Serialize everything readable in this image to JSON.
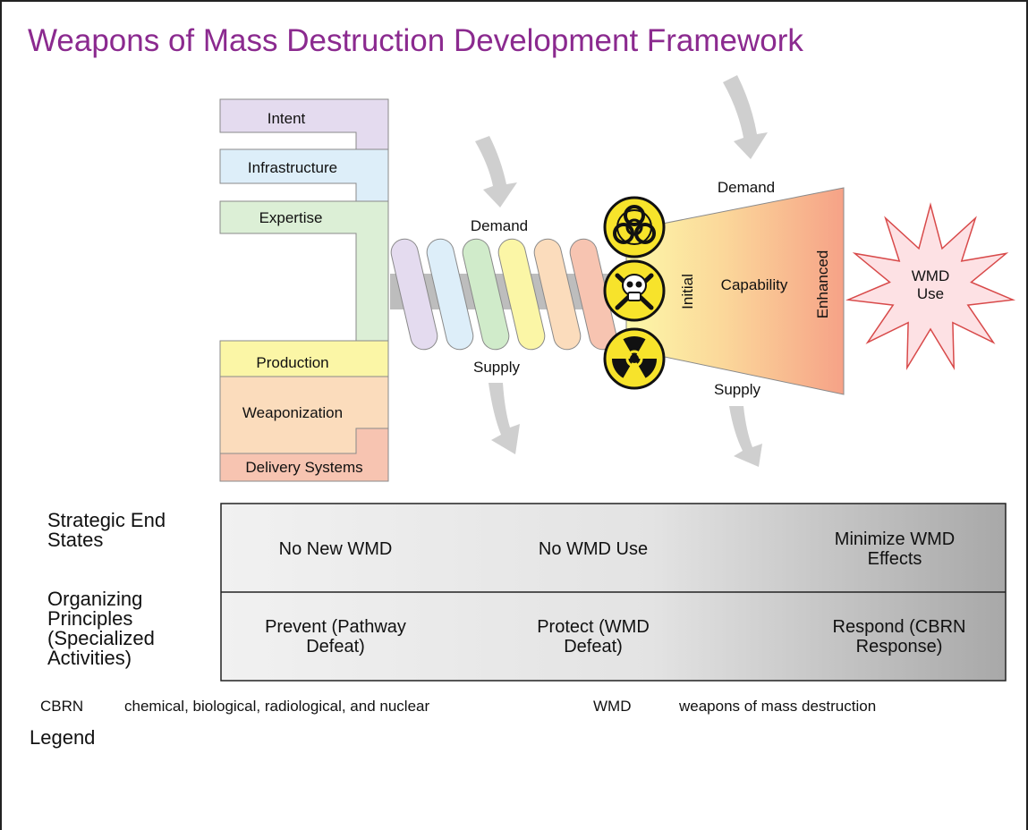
{
  "title": "Weapons of Mass Destruction Development Framework",
  "stack": {
    "labels": [
      "Intent",
      "Infrastructure",
      "Expertise",
      "Production",
      "Weaponization",
      "Delivery Systems"
    ],
    "colors": [
      "#e4dbef",
      "#ddeef9",
      "#dcefd6",
      "#fbf6a6",
      "#fbdcbc",
      "#f7c4b1"
    ]
  },
  "coil": {
    "demand_label": "Demand",
    "supply_label": "Supply",
    "colors": [
      "#e4dbef",
      "#ddeef9",
      "#d0ebca",
      "#fbf6a6",
      "#fbdcbc",
      "#f7c4b1"
    ]
  },
  "hazard_icons": [
    "biohazard-icon",
    "skull-crossbones-icon",
    "radiation-icon"
  ],
  "funnel": {
    "demand_label": "Demand",
    "supply_label": "Supply",
    "initial_label": "Initial",
    "capability_label": "Capability",
    "enhanced_label": "Enhanced"
  },
  "burst": {
    "line1": "WMD",
    "line2": "Use"
  },
  "table": {
    "row_labels": {
      "end_states": [
        "Strategic End",
        "States"
      ],
      "principles": [
        "Organizing",
        "Principles",
        "(Specialized",
        "Activities)"
      ]
    },
    "end_states": [
      [
        "No New WMD"
      ],
      [
        "No WMD Use"
      ],
      [
        "Minimize WMD",
        "Effects"
      ]
    ],
    "principles": [
      [
        "Prevent (Pathway",
        "Defeat)"
      ],
      [
        "Protect (WMD",
        "Defeat)"
      ],
      [
        "Respond (CBRN",
        "Response)"
      ]
    ]
  },
  "legend": {
    "title": "Legend",
    "items": [
      {
        "abbr": "CBRN",
        "definition": "chemical, biological, radiological, and nuclear"
      },
      {
        "abbr": "WMD",
        "definition": "weapons of mass destruction"
      }
    ]
  },
  "colors": {
    "title": "#8b2a8f",
    "burst_fill": "#fde1e4",
    "burst_stroke": "#d84a4a",
    "hazard_yellow": "#f7e32b",
    "arrow_gray": "#cfcfcf"
  }
}
